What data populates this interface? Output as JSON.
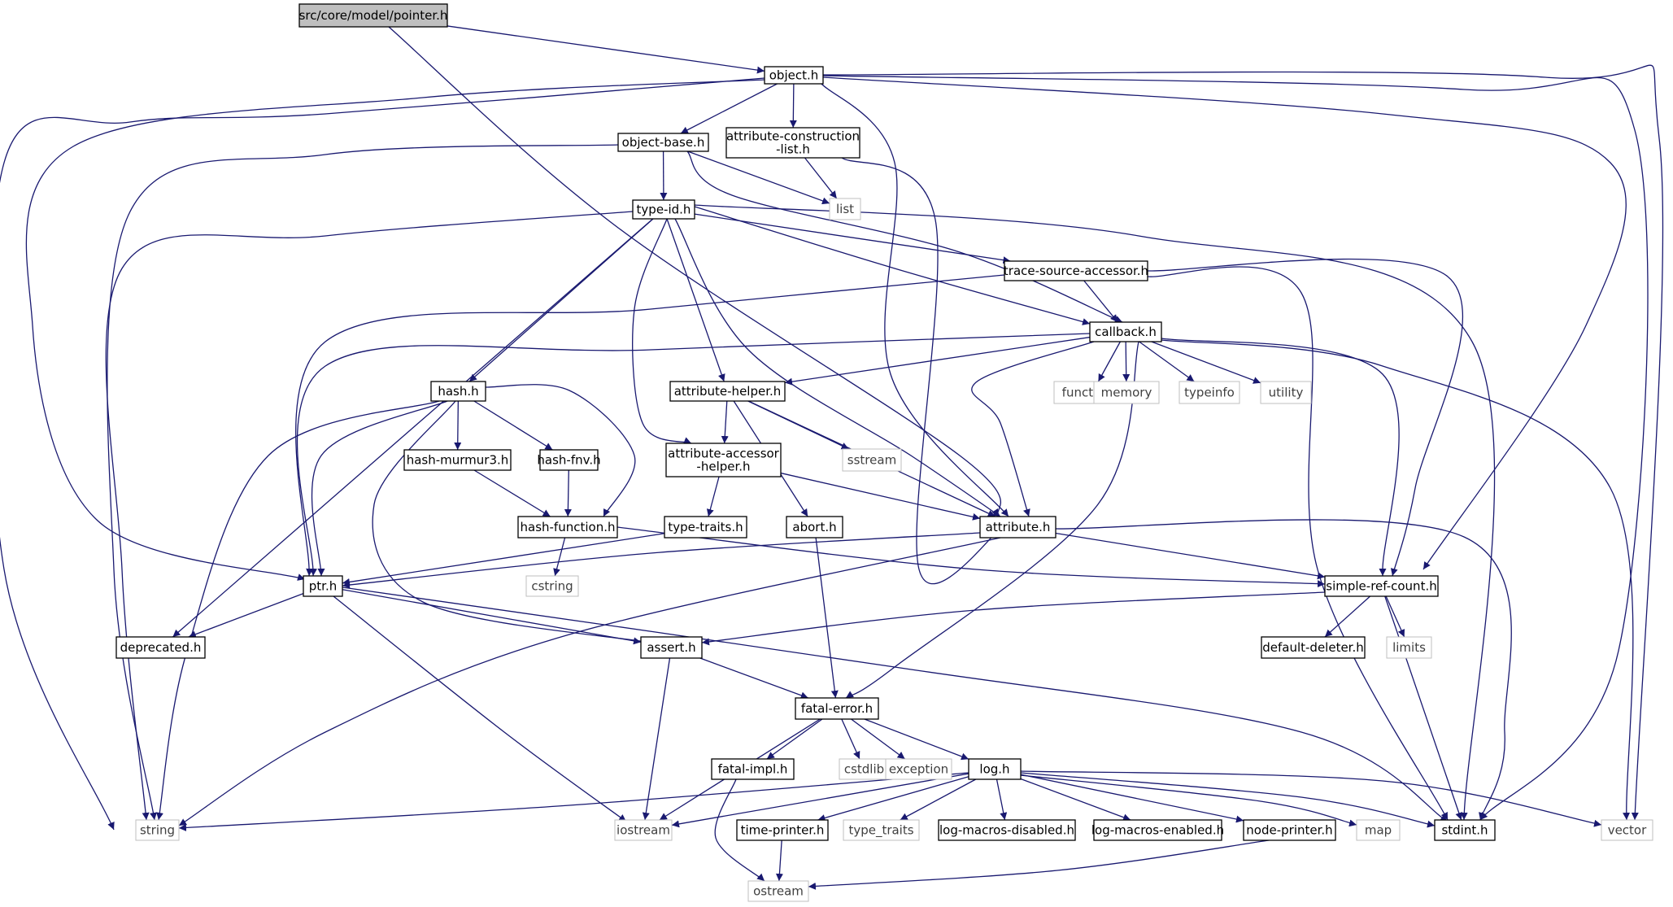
{
  "nodes": {
    "pointer_h": {
      "label": "src/core/model/pointer.h",
      "kind": "root"
    },
    "object_h": {
      "label": "object.h",
      "kind": "header"
    },
    "object_base_h": {
      "label": "object-base.h",
      "kind": "header"
    },
    "attr_cons_list_h": {
      "label": [
        "attribute-construction",
        "-list.h"
      ],
      "kind": "header"
    },
    "list": {
      "label": "list",
      "kind": "system"
    },
    "type_id_h": {
      "label": "type-id.h",
      "kind": "header"
    },
    "trace_source_accessor_h": {
      "label": "trace-source-accessor.h",
      "kind": "header"
    },
    "callback_h": {
      "label": "callback.h",
      "kind": "header"
    },
    "functional": {
      "label": "functional",
      "kind": "system"
    },
    "memory": {
      "label": "memory",
      "kind": "system"
    },
    "typeinfo": {
      "label": "typeinfo",
      "kind": "system"
    },
    "utility": {
      "label": "utility",
      "kind": "system"
    },
    "hash_h": {
      "label": "hash.h",
      "kind": "header"
    },
    "attribute_helper_h": {
      "label": "attribute-helper.h",
      "kind": "header"
    },
    "sstream": {
      "label": "sstream",
      "kind": "system"
    },
    "hash_murmur3_h": {
      "label": "hash-murmur3.h",
      "kind": "header"
    },
    "hash_fnv_h": {
      "label": "hash-fnv.h",
      "kind": "header"
    },
    "attr_accessor_helper_h": {
      "label": [
        "attribute-accessor",
        "-helper.h"
      ],
      "kind": "header"
    },
    "hash_function_h": {
      "label": "hash-function.h",
      "kind": "header"
    },
    "type_traits_h": {
      "label": "type-traits.h",
      "kind": "header"
    },
    "abort_h": {
      "label": "abort.h",
      "kind": "header"
    },
    "attribute_h": {
      "label": "attribute.h",
      "kind": "header"
    },
    "cstring": {
      "label": "cstring",
      "kind": "system"
    },
    "ptr_h": {
      "label": "ptr.h",
      "kind": "header"
    },
    "simple_ref_count_h": {
      "label": "simple-ref-count.h",
      "kind": "header"
    },
    "deprecated_h": {
      "label": "deprecated.h",
      "kind": "header"
    },
    "assert_h": {
      "label": "assert.h",
      "kind": "header"
    },
    "default_deleter_h": {
      "label": "default-deleter.h",
      "kind": "header"
    },
    "limits": {
      "label": "limits",
      "kind": "system"
    },
    "fatal_error_h": {
      "label": "fatal-error.h",
      "kind": "header"
    },
    "fatal_impl_h": {
      "label": "fatal-impl.h",
      "kind": "header"
    },
    "cstdlib": {
      "label": "cstdlib",
      "kind": "system"
    },
    "exception": {
      "label": "exception",
      "kind": "system"
    },
    "log_h": {
      "label": "log.h",
      "kind": "header"
    },
    "string": {
      "label": "string",
      "kind": "system"
    },
    "iostream": {
      "label": "iostream",
      "kind": "system"
    },
    "time_printer_h": {
      "label": "time-printer.h",
      "kind": "header"
    },
    "type_traits": {
      "label": "type_traits",
      "kind": "system"
    },
    "log_macros_disabled_h": {
      "label": "log-macros-disabled.h",
      "kind": "header"
    },
    "log_macros_enabled_h": {
      "label": "log-macros-enabled.h",
      "kind": "header"
    },
    "node_printer_h": {
      "label": "node-printer.h",
      "kind": "header"
    },
    "map": {
      "label": "map",
      "kind": "system"
    },
    "stdint_h": {
      "label": "stdint.h",
      "kind": "header"
    },
    "vector": {
      "label": "vector",
      "kind": "system"
    },
    "ostream": {
      "label": "ostream",
      "kind": "system"
    }
  },
  "edges": [
    [
      "pointer_h",
      "object_h"
    ],
    [
      "pointer_h",
      "attribute_h"
    ],
    [
      "object_h",
      "object_base_h"
    ],
    [
      "object_h",
      "attr_cons_list_h"
    ],
    [
      "object_h",
      "string"
    ],
    [
      "object_h",
      "ptr_h"
    ],
    [
      "object_h",
      "attribute_h"
    ],
    [
      "object_h",
      "simple_ref_count_h"
    ],
    [
      "object_h",
      "stdint_h"
    ],
    [
      "object_h",
      "vector"
    ],
    [
      "object_base_h",
      "type_id_h"
    ],
    [
      "object_base_h",
      "list"
    ],
    [
      "object_base_h",
      "string"
    ],
    [
      "object_base_h",
      "callback_h"
    ],
    [
      "attr_cons_list_h",
      "list"
    ],
    [
      "attr_cons_list_h",
      "attribute_h"
    ],
    [
      "type_id_h",
      "trace_source_accessor_h"
    ],
    [
      "type_id_h",
      "callback_h"
    ],
    [
      "type_id_h",
      "hash_h"
    ],
    [
      "type_id_h",
      "attribute_helper_h"
    ],
    [
      "type_id_h",
      "attr_accessor_helper_h"
    ],
    [
      "type_id_h",
      "attribute_h"
    ],
    [
      "type_id_h",
      "deprecated_h"
    ],
    [
      "type_id_h",
      "string"
    ],
    [
      "type_id_h",
      "stdint_h"
    ],
    [
      "trace_source_accessor_h",
      "callback_h"
    ],
    [
      "trace_source_accessor_h",
      "ptr_h"
    ],
    [
      "trace_source_accessor_h",
      "simple_ref_count_h"
    ],
    [
      "trace_source_accessor_h",
      "stdint_h"
    ],
    [
      "callback_h",
      "functional"
    ],
    [
      "callback_h",
      "memory"
    ],
    [
      "callback_h",
      "typeinfo"
    ],
    [
      "callback_h",
      "utility"
    ],
    [
      "callback_h",
      "attribute_helper_h"
    ],
    [
      "callback_h",
      "attribute_h"
    ],
    [
      "callback_h",
      "ptr_h"
    ],
    [
      "callback_h",
      "simple_ref_count_h"
    ],
    [
      "callback_h",
      "fatal_error_h"
    ],
    [
      "callback_h",
      "vector"
    ],
    [
      "hash_h",
      "hash_murmur3_h"
    ],
    [
      "hash_h",
      "hash_fnv_h"
    ],
    [
      "hash_h",
      "hash_function_h"
    ],
    [
      "hash_h",
      "ptr_h"
    ],
    [
      "hash_h",
      "assert_h"
    ],
    [
      "hash_h",
      "string"
    ],
    [
      "hash_murmur3_h",
      "hash_function_h"
    ],
    [
      "hash_fnv_h",
      "hash_function_h"
    ],
    [
      "hash_function_h",
      "cstring"
    ],
    [
      "hash_function_h",
      "simple_ref_count_h"
    ],
    [
      "attribute_helper_h",
      "attr_accessor_helper_h"
    ],
    [
      "attribute_helper_h",
      "sstream"
    ],
    [
      "attribute_helper_h",
      "abort_h"
    ],
    [
      "attribute_helper_h",
      "attribute_h"
    ],
    [
      "attr_accessor_helper_h",
      "type_traits_h"
    ],
    [
      "attr_accessor_helper_h",
      "attribute_h"
    ],
    [
      "type_traits_h",
      "ptr_h"
    ],
    [
      "abort_h",
      "fatal_error_h"
    ],
    [
      "attribute_h",
      "ptr_h"
    ],
    [
      "attribute_h",
      "simple_ref_count_h"
    ],
    [
      "attribute_h",
      "string"
    ],
    [
      "attribute_h",
      "stdint_h"
    ],
    [
      "ptr_h",
      "deprecated_h"
    ],
    [
      "ptr_h",
      "assert_h"
    ],
    [
      "ptr_h",
      "iostream"
    ],
    [
      "ptr_h",
      "stdint_h"
    ],
    [
      "simple_ref_count_h",
      "assert_h"
    ],
    [
      "simple_ref_count_h",
      "default_deleter_h"
    ],
    [
      "simple_ref_count_h",
      "limits"
    ],
    [
      "simple_ref_count_h",
      "stdint_h"
    ],
    [
      "assert_h",
      "fatal_error_h"
    ],
    [
      "assert_h",
      "iostream"
    ],
    [
      "fatal_error_h",
      "fatal_impl_h"
    ],
    [
      "fatal_error_h",
      "cstdlib"
    ],
    [
      "fatal_error_h",
      "exception"
    ],
    [
      "fatal_error_h",
      "log_h"
    ],
    [
      "fatal_error_h",
      "iostream"
    ],
    [
      "fatal_impl_h",
      "ostream"
    ],
    [
      "log_h",
      "string"
    ],
    [
      "log_h",
      "iostream"
    ],
    [
      "log_h",
      "time_printer_h"
    ],
    [
      "log_h",
      "type_traits"
    ],
    [
      "log_h",
      "log_macros_disabled_h"
    ],
    [
      "log_h",
      "log_macros_enabled_h"
    ],
    [
      "log_h",
      "node_printer_h"
    ],
    [
      "log_h",
      "map"
    ],
    [
      "log_h",
      "stdint_h"
    ],
    [
      "log_h",
      "vector"
    ],
    [
      "time_printer_h",
      "ostream"
    ],
    [
      "node_printer_h",
      "ostream"
    ]
  ],
  "colors": {
    "edge": "#191970",
    "header_border": "#000000",
    "system_border": "#bfbfbf",
    "system_text": "#404040",
    "root_fill": "#bfbfbf"
  }
}
